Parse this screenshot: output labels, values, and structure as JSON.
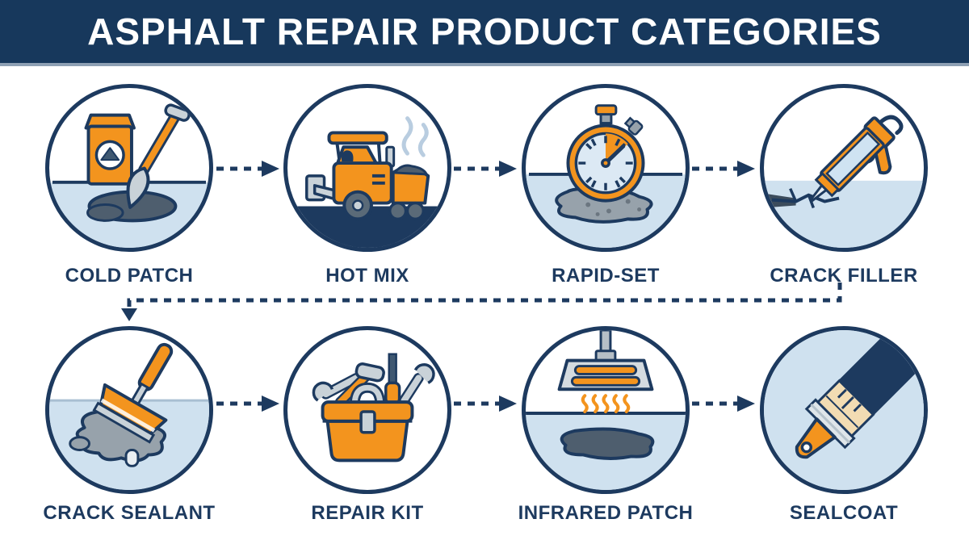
{
  "title": "ASPHALT REPAIR PRODUCT CATEGORIES",
  "colors": {
    "navy": "#1d3a5f",
    "header_bg": "#17385c",
    "header_divider": "#8ea0b4",
    "light_blue": "#cfe1ef",
    "pale_face_blue": "#dce9f4",
    "orange": "#f3941e",
    "gray": "#c9d2d8",
    "mid_gray": "#97a2ab",
    "dark_asphalt": "#4e5e6e",
    "white": "#ffffff"
  },
  "rows": [
    {
      "items": [
        {
          "label": "COLD PATCH",
          "icon": "bag-and-shovel-icon"
        },
        {
          "label": "HOT MIX",
          "icon": "paver-machine-icon"
        },
        {
          "label": "RAPID-SET",
          "icon": "stopwatch-on-patch-icon"
        },
        {
          "label": "CRACK FILLER",
          "icon": "caulk-gun-icon"
        }
      ]
    },
    {
      "items": [
        {
          "label": "CRACK SEALANT",
          "icon": "squeegee-sealant-icon"
        },
        {
          "label": "REPAIR KIT",
          "icon": "toolbox-icon"
        },
        {
          "label": "INFRARED PATCH",
          "icon": "infrared-heater-icon"
        },
        {
          "label": "SEALCOAT",
          "icon": "paintbrush-icon"
        }
      ]
    }
  ],
  "connectors": {
    "style": "dashed-arrow",
    "row1": [
      "COLD PATCH→HOT MIX",
      "HOT MIX→RAPID-SET",
      "RAPID-SET→CRACK FILLER"
    ],
    "wrap": "CRACK FILLER→CRACK SEALANT",
    "row2": [
      "CRACK SEALANT→REPAIR KIT",
      "REPAIR KIT→INFRARED PATCH",
      "INFRARED PATCH→SEALCOAT"
    ]
  }
}
